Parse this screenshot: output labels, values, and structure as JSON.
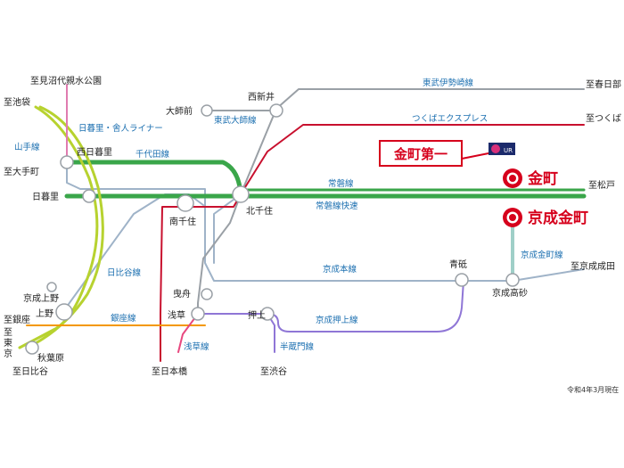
{
  "stations": {
    "nishinippori": "西日暮里",
    "nippori": "日暮里",
    "minamisenju": "南千住",
    "kitasenju": "北千住",
    "daishimae": "大師前",
    "nishiarai": "西新井",
    "keisei_ueno": "京成上野",
    "ueno": "上野",
    "akihabara": "秋葉原",
    "hikifune": "曳舟",
    "asakusa": "浅草",
    "oshiage": "押上",
    "aoto": "青砥",
    "keisei_takasago": "京成高砂",
    "kanamachi": "金町",
    "keisei_kanamachi": "京成金町"
  },
  "destinations": {
    "minuma": "至見沼代親水公園",
    "ikebukuro": "至池袋",
    "otemachi": "至大手町",
    "ginza": "至銀座",
    "tokyo_1": "至",
    "tokyo_2": "東",
    "tokyo_3": "京",
    "hibiya": "至日比谷",
    "nihombashi": "至日本橋",
    "shibuya": "至渋谷",
    "kasukabe": "至春日部",
    "tsukuba": "至つくば",
    "matsudo": "至松戸",
    "narita": "至京成成田"
  },
  "lines": {
    "yamanote": "山手線",
    "nippori_toneri": "日暮里・舎人ライナー",
    "chiyoda": "千代田線",
    "daishi": "東武大師線",
    "isesaki": "東武伊勢崎線",
    "tx": "つくばエクスプレス",
    "joban": "常磐線",
    "joban_rapid": "常磐線快速",
    "hibiya": "日比谷線",
    "ginza": "銀座線",
    "keisei_main": "京成本線",
    "keisei_kanamachi": "京成金町線",
    "keisei_oshiage": "京成押上線",
    "asakusa": "浅草線",
    "hanzomon": "半蔵門線"
  },
  "callout": {
    "label": "金町第一",
    "logo_text": "UR"
  },
  "footnote": "令和4年3月現在",
  "colors": {
    "joban": "#3aa64a",
    "yamanote": "#b7d22f",
    "tx": "#c8102e",
    "hibiya": "#9fb3c8",
    "ginza": "#f39800",
    "keisei": "#1b6fb0",
    "asakusa": "#e8487f",
    "hanzomon": "#8f76d6",
    "toneri": "#e07bb0",
    "keisei_kanamachi": "#9fcfc8",
    "station_accent": "#d6001c"
  }
}
